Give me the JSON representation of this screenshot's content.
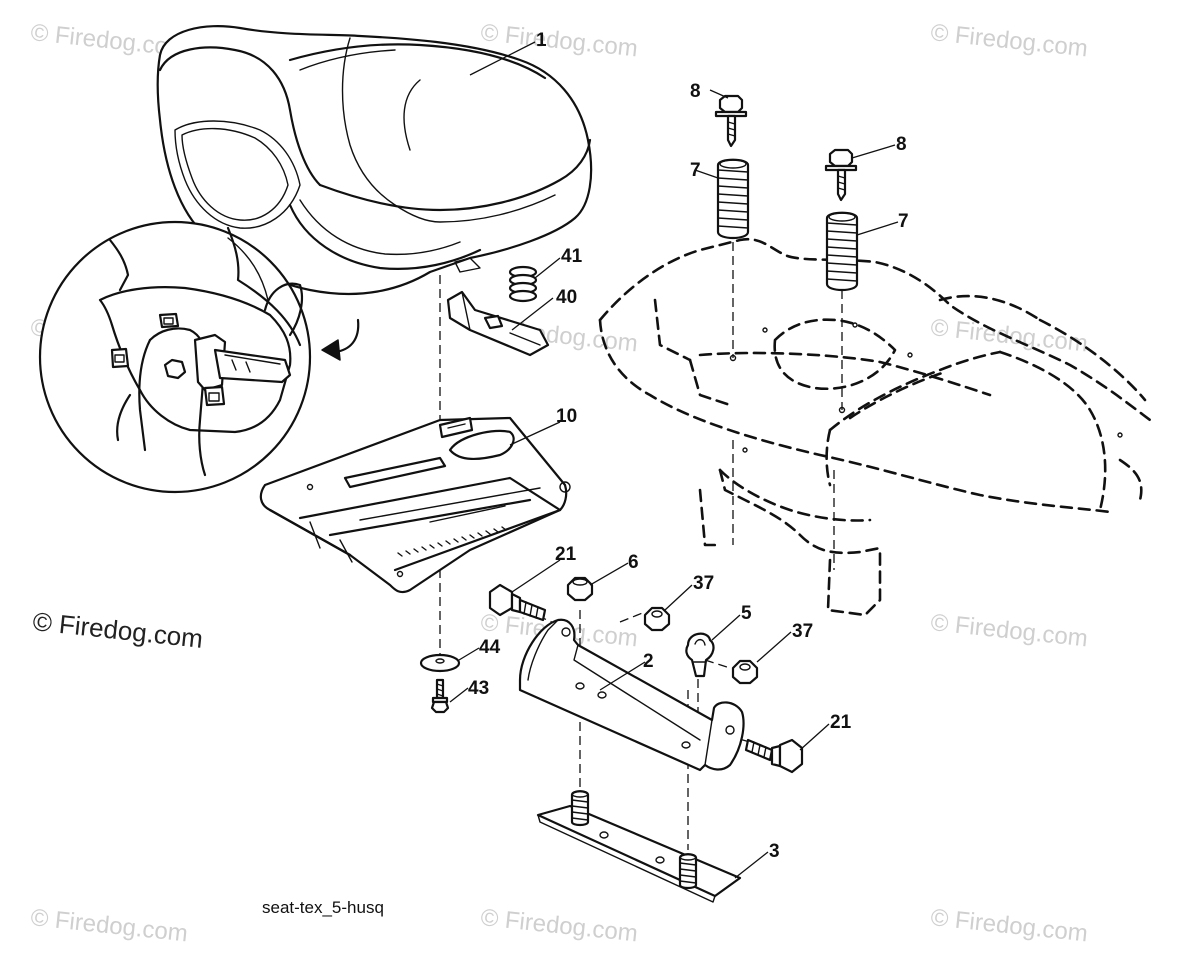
{
  "watermark_text": "© Firedog.com",
  "main_watermark_text": "© Firedog.com",
  "caption": "seat-tex_5-husq",
  "callouts": {
    "c1": "1",
    "c8a": "8",
    "c8b": "8",
    "c7a": "7",
    "c7b": "7",
    "c41": "41",
    "c40": "40",
    "c10": "10",
    "c21a": "21",
    "c6": "6",
    "c37a": "37",
    "c5": "5",
    "c37b": "37",
    "c2": "2",
    "c44": "44",
    "c43": "43",
    "c21b": "21",
    "c3": "3"
  }
}
